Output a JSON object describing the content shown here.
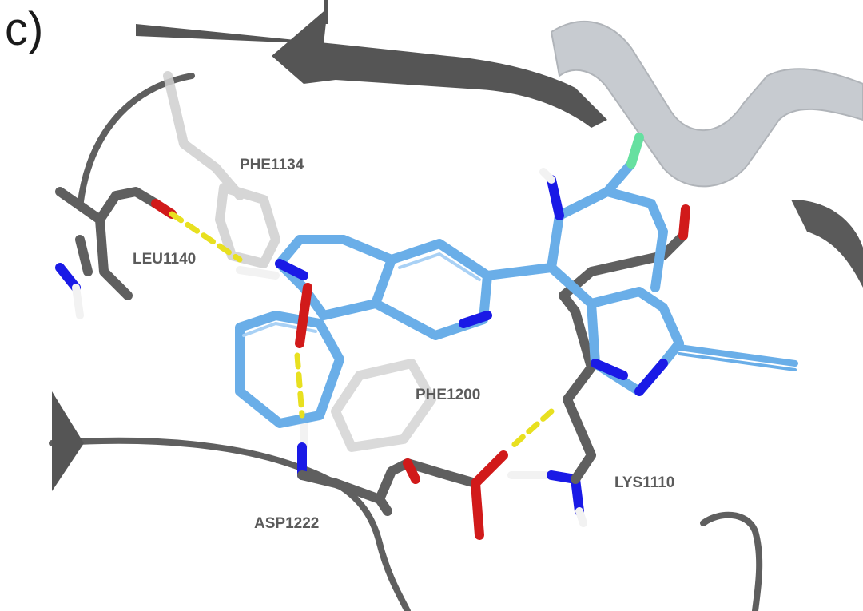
{
  "panel_label": "c)",
  "residues": {
    "phe1134": "PHE1134",
    "leu1140": "LEU1140",
    "phe1200": "PHE1200",
    "asp1222": "ASP1222",
    "lys1110": "LYS1110"
  },
  "colors": {
    "ligand_carbon": "#6aaee8",
    "protein_carbon": "#5f5f5f",
    "nitrogen": "#1a1ae6",
    "oxygen": "#d11a1a",
    "hydrogen": "#f2f2f2",
    "fluorine": "#66e0a0",
    "hbond": "#e8e020",
    "helix_light": "#c7cbd0",
    "ribbon_dark": "#5a5a5a"
  },
  "interactions": [
    {
      "residue": "LEU1140",
      "type": "hydrogen bond"
    },
    {
      "residue": "ASP1222",
      "type": "hydrogen bond"
    },
    {
      "residue": "LYS1110",
      "type": "hydrogen bond"
    }
  ]
}
